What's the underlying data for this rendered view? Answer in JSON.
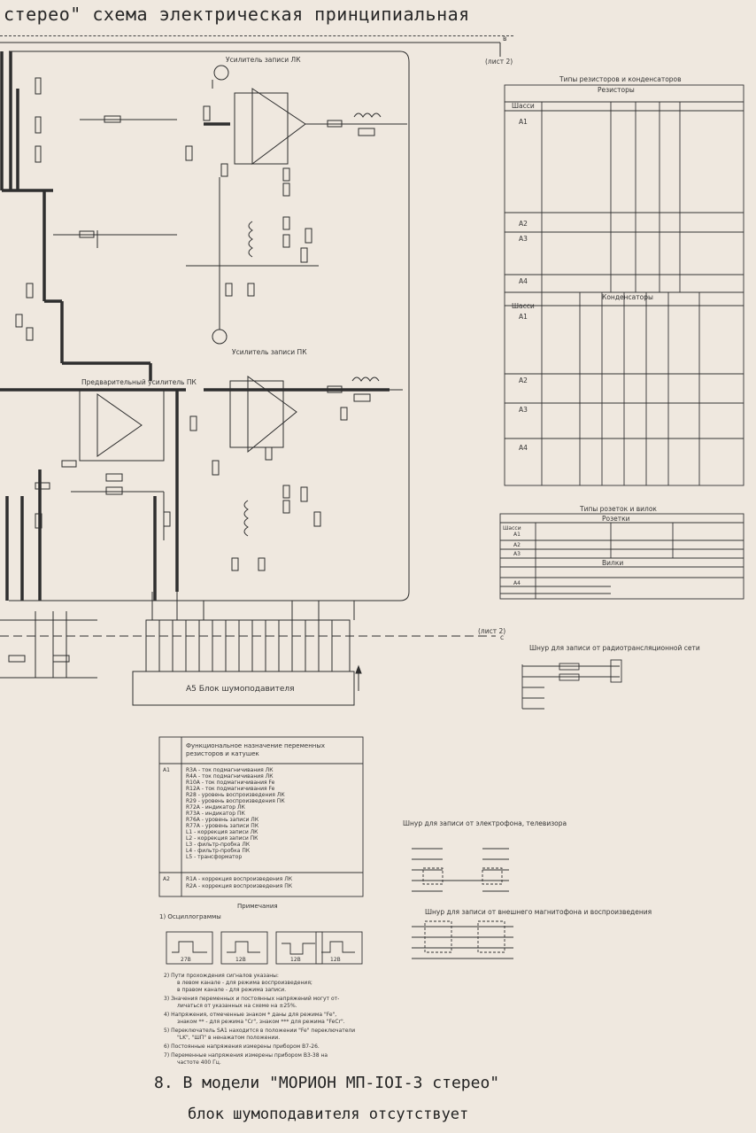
{
  "header": {
    "title": "стерео\" схема электрическая принципиальная"
  },
  "sheet_marks": {
    "b_label": "в",
    "sheet": "(лист 2)",
    "c_label": "с",
    "sheet2": "(лист 2)"
  },
  "blocks": {
    "playback_amp": "Усилитель записи ЛК",
    "record_amp": "Усилитель записи ПК",
    "preamp": "Предварительный усилитель ПК",
    "noise_unit": "А5 Блок шумоподавителя"
  },
  "resistor_table": {
    "title": "Типы резисторов и конденсаторов",
    "subtitle": "Резисторы",
    "col_header": "Шасси",
    "rows": [
      "А1",
      "А2",
      "А3",
      "А4"
    ]
  },
  "capacitor_table": {
    "subtitle": "Конденсаторы",
    "col_header": "Шасси",
    "rows": [
      "А1",
      "А2",
      "А3",
      "А4"
    ]
  },
  "socket_table": {
    "title": "Типы розеток и вилок",
    "subtitle1": "Розетки",
    "subtitle2": "Вилки",
    "col_header": "Шасси",
    "rows": [
      "А1",
      "А2",
      "А3",
      "А4"
    ]
  },
  "cords": {
    "radio": "Шнур для записи от радиотрансляционной сети",
    "phono": "Шнур для записи от электрофона, телевизора",
    "tape": "Шнур для записи от внешнего магнитофона и воспроизведения"
  },
  "function_table": {
    "title": "Функциональное назначение переменных резисторов и катушек",
    "rows": [
      "А1",
      "R3А - ток подмагничивания ЛК",
      "R4А - ток подмагничивания ЛК",
      "R10А - ток подмагничивания Fe",
      "R12А - ток подмагничивания Fe",
      "R28 - уровень воспроизведения ЛК",
      "R29 - уровень воспроизведения ПК",
      "R72А - индикатор ЛК",
      "R73А - индикатор ПК",
      "R76А - уровень записи ЛК",
      "R77А - уровень записи ПК",
      "L1 - коррекция записи ЛК",
      "L2 - коррекция записи ПК",
      "L3 - фильтр-пробка ЛК",
      "L4 - фильтр-пробка ПК",
      "L5 - трансформатор",
      "А2",
      "R1А - коррекция воспроизведения ЛК",
      "R2А - коррекция воспроизведения ПК"
    ]
  },
  "notes": {
    "title": "Примечания",
    "n1": "1) Осциллограммы",
    "osc_values": [
      "27В",
      "12В",
      "12В",
      "12В"
    ],
    "lines": [
      "2) Пути прохождения сигналов указаны:",
      "в левом канале - для режима воспроизведения;",
      "в правом канале - для режима записи.",
      "3) Значения переменных и постоянных напряжений могут от-",
      "личаться от указанных на схеме на ±25%.",
      "4) Напряжения, отмеченные знаком * даны для режима \"Fe\",",
      "знаком ** - для режима \"Cr\", знаком *** для режима \"FeCr\".",
      "5) Переключатель SA1 находится в положении \"Fe\" переключатели",
      "\"LK\", \"ШП\" в ненажатом положении.",
      "6) Постоянные напряжения измерены прибором В7-26.",
      "7) Переменные напряжения измерены прибором В3-38 на",
      "частоте 400 Гц."
    ]
  },
  "footer": {
    "line1": "8. В модели \"МОРИОН МП-IOI-3 стерео\"",
    "line2": "блок шумоподавителя отсутствует"
  }
}
